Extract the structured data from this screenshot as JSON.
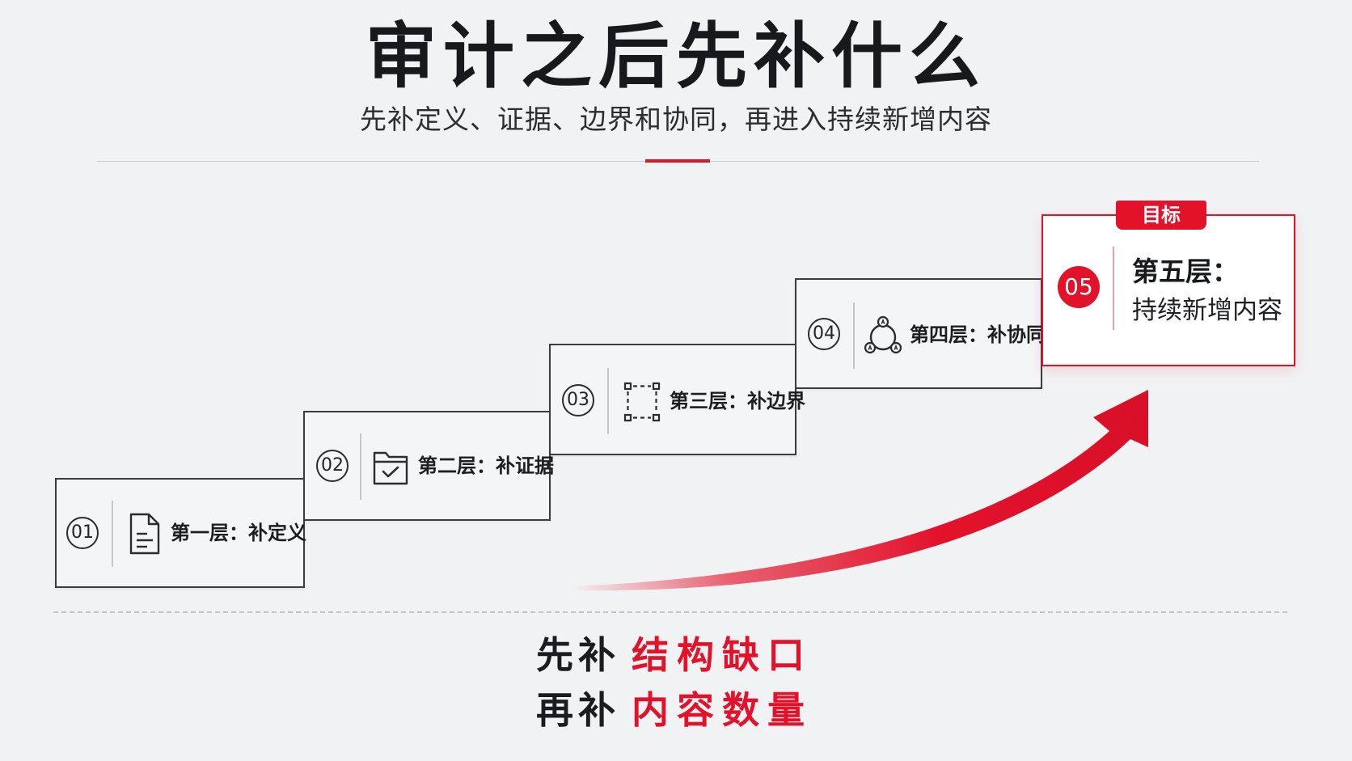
{
  "header": {
    "title": "审计之后先补什么",
    "subtitle": "先补定义、证据、边界和协同，再进入持续新增内容"
  },
  "steps": [
    {
      "number": "01",
      "label": "第一层：补定义",
      "icon": "document-icon"
    },
    {
      "number": "02",
      "label": "第二层：补证据",
      "icon": "folder-check-icon"
    },
    {
      "number": "03",
      "label": "第三层：补边界",
      "icon": "boundary-frame-icon"
    },
    {
      "number": "04",
      "label": "第四层：补协同",
      "icon": "network-nodes-icon"
    }
  ],
  "goal": {
    "tag": "目标",
    "number": "05",
    "line1": "第五层：",
    "line2": "持续新增内容"
  },
  "summary": [
    {
      "lead": "先补",
      "highlight": "结构缺口"
    },
    {
      "lead": "再补",
      "highlight": "内容数量"
    }
  ],
  "colors": {
    "accent": "#e3122b",
    "text": "#1e2024",
    "background": "#f1f2f4"
  }
}
